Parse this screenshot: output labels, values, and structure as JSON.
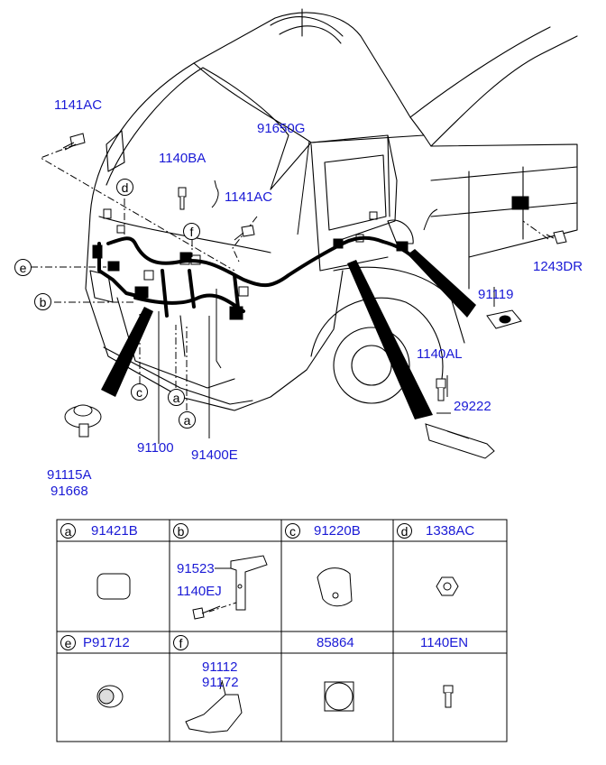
{
  "labels": {
    "l_1141AC_top": "1141AC",
    "l_1140BA": "1140BA",
    "l_91650G": "91650G",
    "l_1141AC_mid": "1141AC",
    "l_1243DR": "1243DR",
    "l_91119": "91119",
    "l_1140AL": "1140AL",
    "l_29222": "29222",
    "l_91100": "91100",
    "l_91400E": "91400E",
    "l_91115A": "91115A",
    "l_91668": "91668"
  },
  "callouts": {
    "d": "d",
    "e": "e",
    "b": "b",
    "f": "f",
    "c": "c",
    "a1": "a",
    "a2": "a"
  },
  "table": {
    "cells": [
      {
        "letter": "a",
        "part": "91421B"
      },
      {
        "letter": "b",
        "part": ""
      },
      {
        "letter": "c",
        "part": "91220B"
      },
      {
        "letter": "d",
        "part": "1338AC"
      },
      {
        "letter": "e",
        "part": "P91712"
      },
      {
        "letter": "f",
        "part": ""
      },
      {
        "letter": "",
        "part": "85864"
      },
      {
        "letter": "",
        "part": "1140EN"
      }
    ],
    "b_inner": {
      "p1": "91523",
      "p2": "1140EJ"
    },
    "f_inner": {
      "p1": "91112",
      "p2": "91172"
    }
  },
  "colors": {
    "part_number": "#1a1ad6",
    "line": "#000000"
  }
}
